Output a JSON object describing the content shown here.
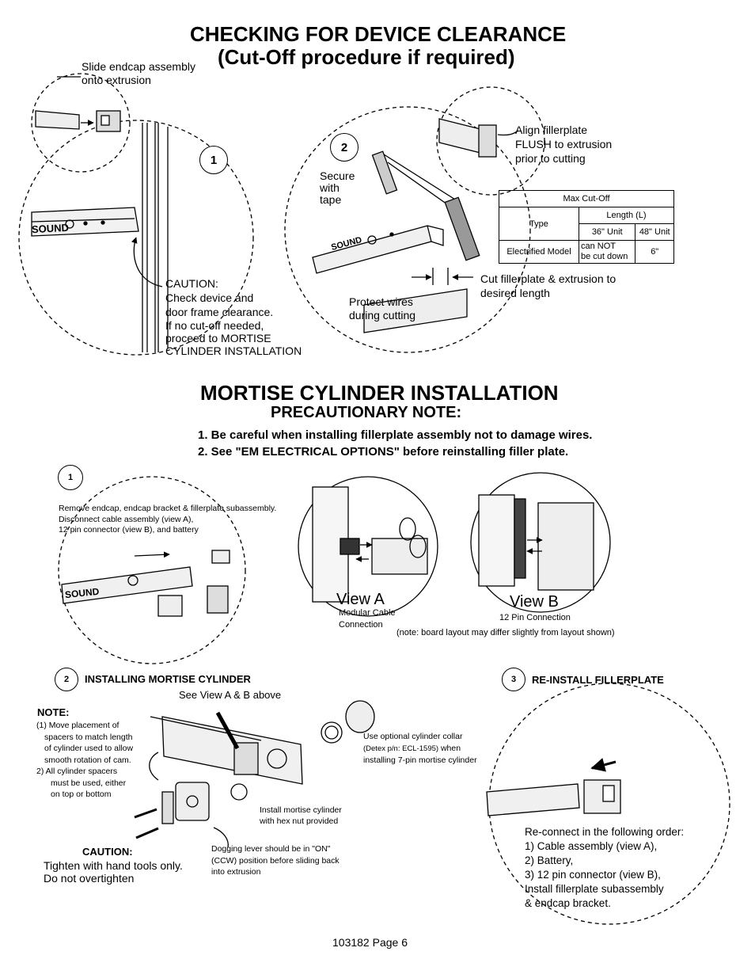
{
  "section1": {
    "title_line1": "CHECKING FOR DEVICE CLEARANCE",
    "title_line2": "(Cut-Off procedure if required)",
    "step1": {
      "number": "1",
      "callout_line1": "Slide endcap assembly",
      "callout_line2": "onto extrusion",
      "sound_label": "SOUND",
      "caution_lines": [
        "CAUTION:",
        "Check device and",
        "door frame clearance.",
        "If no cut-off needed,",
        "proceed to MORTISE",
        "CYLINDER INSTALLATION"
      ]
    },
    "step2": {
      "number": "2",
      "secure_lines": [
        "Secure",
        "with",
        "tape"
      ],
      "align_lines": [
        "Align fillerplate",
        "FLUSH to extrusion",
        "prior to cutting"
      ],
      "cut_lines": [
        "Cut fillerplate & extrusion to",
        "desired length"
      ],
      "protect_lines": [
        "Protect wires",
        "during cutting"
      ],
      "sound_label": "SOUND"
    },
    "cutoff_table": {
      "header": "Max Cut-Off",
      "type_label": "Type",
      "length_label": "Length (L)",
      "col1": "36\" Unit",
      "col2": "48\" Unit",
      "row_label": "Electrified Model",
      "row_col1_line1": "can NOT",
      "row_col1_line2": "be cut down",
      "row_col2": "6\""
    }
  },
  "section2": {
    "title": "MORTISE CYLINDER INSTALLATION",
    "subtitle": "PRECAUTIONARY NOTE:",
    "notes": [
      "1. Be careful when installing fillerplate assembly not to damage wires.",
      "2. See \"EM ELECTRICAL OPTIONS\" before reinstalling filler plate."
    ],
    "step1": {
      "number": "1",
      "lines": [
        "Remove endcap, endcap bracket & fillerplate subassembly.",
        "Disconnect cable assembly (view A),",
        "12 pin connector (view B), and battery"
      ],
      "sound_label": "SOUND"
    },
    "viewA": {
      "title": "View A",
      "caption_line1": "Modular Cable",
      "caption_line2": "Connection"
    },
    "viewB": {
      "title": "View B",
      "caption": "12 Pin Connection"
    },
    "board_note": "(note: board layout may differ slightly from layout shown)",
    "step2": {
      "number": "2",
      "title": "INSTALLING MORTISE CYLINDER",
      "see_view": "See View A & B above",
      "note_title": "NOTE:",
      "note_lines": [
        "(1) Move placement of",
        "spacers to match length",
        "of cylinder used to allow",
        "smooth rotation of cam.",
        "2) All cylinder spacers",
        "must be used, either",
        "on top or bottom"
      ],
      "collar_line1": "Use optional cylinder collar",
      "collar_line2a": "(Detex p/n: ECL-1595)",
      "collar_line2b": " when",
      "collar_line3": "installing 7-pin mortise cylinder",
      "install_lines": [
        "Install mortise cylinder",
        "with hex nut provided"
      ],
      "dogging_lines": [
        "Dogging lever should be in \"ON\"",
        "(CCW) position before sliding back",
        "into extrusion"
      ],
      "caution_title": "CAUTION:",
      "caution_lines": [
        "Tighten with hand tools only.",
        "Do not overtighten"
      ]
    },
    "step3": {
      "number": "3",
      "title": "RE-INSTALL FILLERPLATE",
      "lines": [
        "Re-connect in the following order:",
        "1)  Cable assembly (view A),",
        "2)  Battery,",
        "3)  12 pin connector (view B),",
        "Install fillerplate subassembly",
        "& endcap bracket."
      ]
    }
  },
  "footer": {
    "page_label": "103182 Page 6"
  }
}
